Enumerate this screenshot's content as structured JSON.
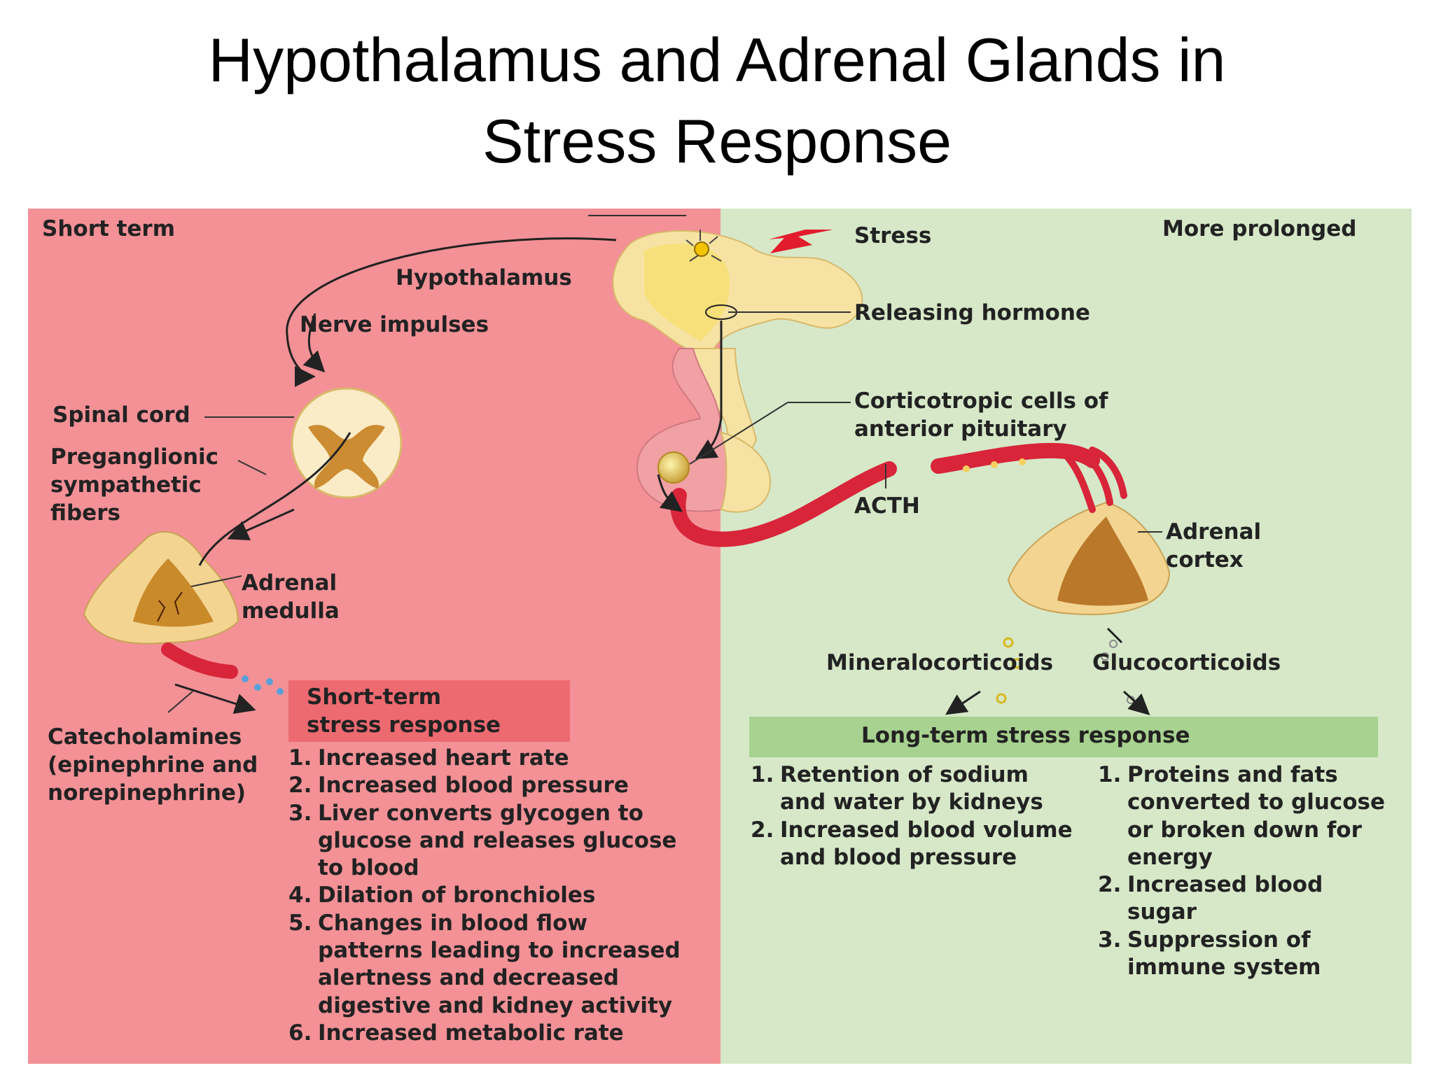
{
  "title": {
    "line1": "Hypothalamus and Adrenal Glands in",
    "line2": "Stress Response"
  },
  "diagram": {
    "header_left": "Short term",
    "header_right": "More prolonged",
    "labels": {
      "stress": "Stress",
      "hypothalamus": "Hypothalamus",
      "nerve_impulses": "Nerve impulses",
      "releasing_hormone": "Releasing hormone",
      "spinal_cord": "Spinal cord",
      "preganglionic": [
        "Preganglionic",
        "sympathetic",
        "fibers"
      ],
      "corticotropic": [
        "Corticotropic cells of",
        "anterior pituitary"
      ],
      "acth": "ACTH",
      "adrenal_medulla": [
        "Adrenal",
        "medulla"
      ],
      "adrenal_cortex": [
        "Adrenal",
        "cortex"
      ],
      "mineralocorticoids": "Mineralocorticoids",
      "glucocorticoids": "Glucocorticoids",
      "catecholamines": [
        "Catecholamines",
        "(epinephrine and",
        "norepinephrine)"
      ]
    },
    "short_term": {
      "heading": [
        "Short-term",
        "stress response"
      ],
      "items": [
        {
          "num": "1.",
          "lines": [
            "Increased heart rate"
          ]
        },
        {
          "num": "2.",
          "lines": [
            "Increased blood pressure"
          ]
        },
        {
          "num": "3.",
          "lines": [
            "Liver converts glycogen to",
            "glucose and releases glucose",
            "to blood"
          ]
        },
        {
          "num": "4.",
          "lines": [
            "Dilation of bronchioles"
          ]
        },
        {
          "num": "5.",
          "lines": [
            "Changes in blood flow",
            "patterns leading to increased",
            "alertness and decreased",
            "digestive and kidney activity"
          ]
        },
        {
          "num": "6.",
          "lines": [
            "Increased metabolic rate"
          ]
        }
      ]
    },
    "long_term": {
      "heading": "Long-term stress response",
      "mineralo_items": [
        {
          "num": "1.",
          "lines": [
            "Retention of sodium",
            "and water by kidneys"
          ]
        },
        {
          "num": "2.",
          "lines": [
            "Increased blood volume",
            "and blood pressure"
          ]
        }
      ],
      "gluco_items": [
        {
          "num": "1.",
          "lines": [
            "Proteins and fats",
            "converted to glucose",
            "or broken down for",
            "energy"
          ]
        },
        {
          "num": "2.",
          "lines": [
            "Increased blood",
            "sugar"
          ]
        },
        {
          "num": "3.",
          "lines": [
            "Suppression of",
            "immune system"
          ]
        }
      ]
    },
    "colors": {
      "short_term_panel": "#f39196",
      "long_term_panel": "#d6e8c8",
      "short_term_box": "#ee6a71",
      "long_term_box": "#a8d290",
      "blood_vessel": "#d8253a",
      "gland_tissue": "#f2d79a",
      "gland_core": "#c98a2a"
    },
    "icons": [
      "stress-bolt-icon",
      "arrow-icon"
    ]
  }
}
